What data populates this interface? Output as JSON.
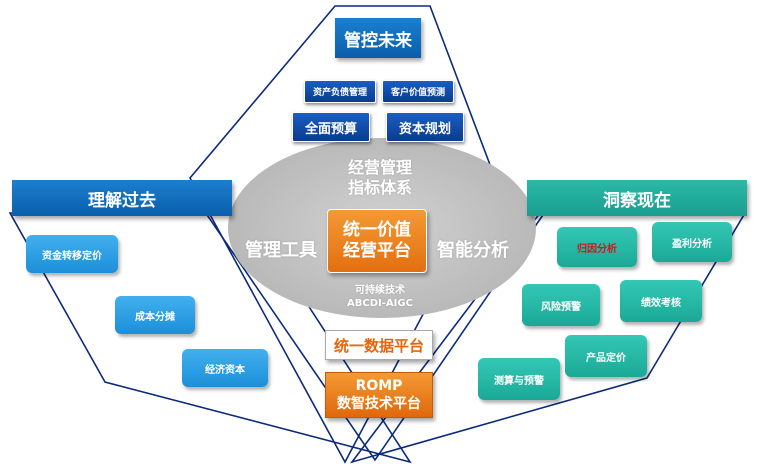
{
  "top": {
    "header": "管控未来",
    "small_buttons": [
      "资产负债管理",
      "客户价值预测"
    ],
    "medium_buttons": [
      "全面预算",
      "资本规划"
    ]
  },
  "left": {
    "header": "理解过去",
    "boxes": [
      "资金转移定价",
      "成本分摊",
      "经济资本"
    ]
  },
  "right": {
    "header": "洞察现在",
    "boxes": [
      "归因分析",
      "盈利分析",
      "风险预警",
      "绩效考核",
      "产品定价",
      "测算与预警"
    ]
  },
  "center": {
    "top_label": [
      "经营管理",
      "指标体系"
    ],
    "left_label": "管理工具",
    "right_label": "智能分析",
    "core": [
      "统一价值",
      "经营平台"
    ],
    "tech_label": [
      "可持续技术",
      "ABCDI-AIGC"
    ]
  },
  "bottom": {
    "data_platform": "统一数据平台",
    "romp": [
      "ROMP",
      "数智技术平台"
    ]
  },
  "colors": {
    "blue_header": "#0a5eab",
    "teal_header": "#1a9e8f",
    "orange": "#e36f10",
    "navy": "#0b3b8f",
    "outline": "#0b2a7a",
    "highlight_text": "#d01818"
  }
}
